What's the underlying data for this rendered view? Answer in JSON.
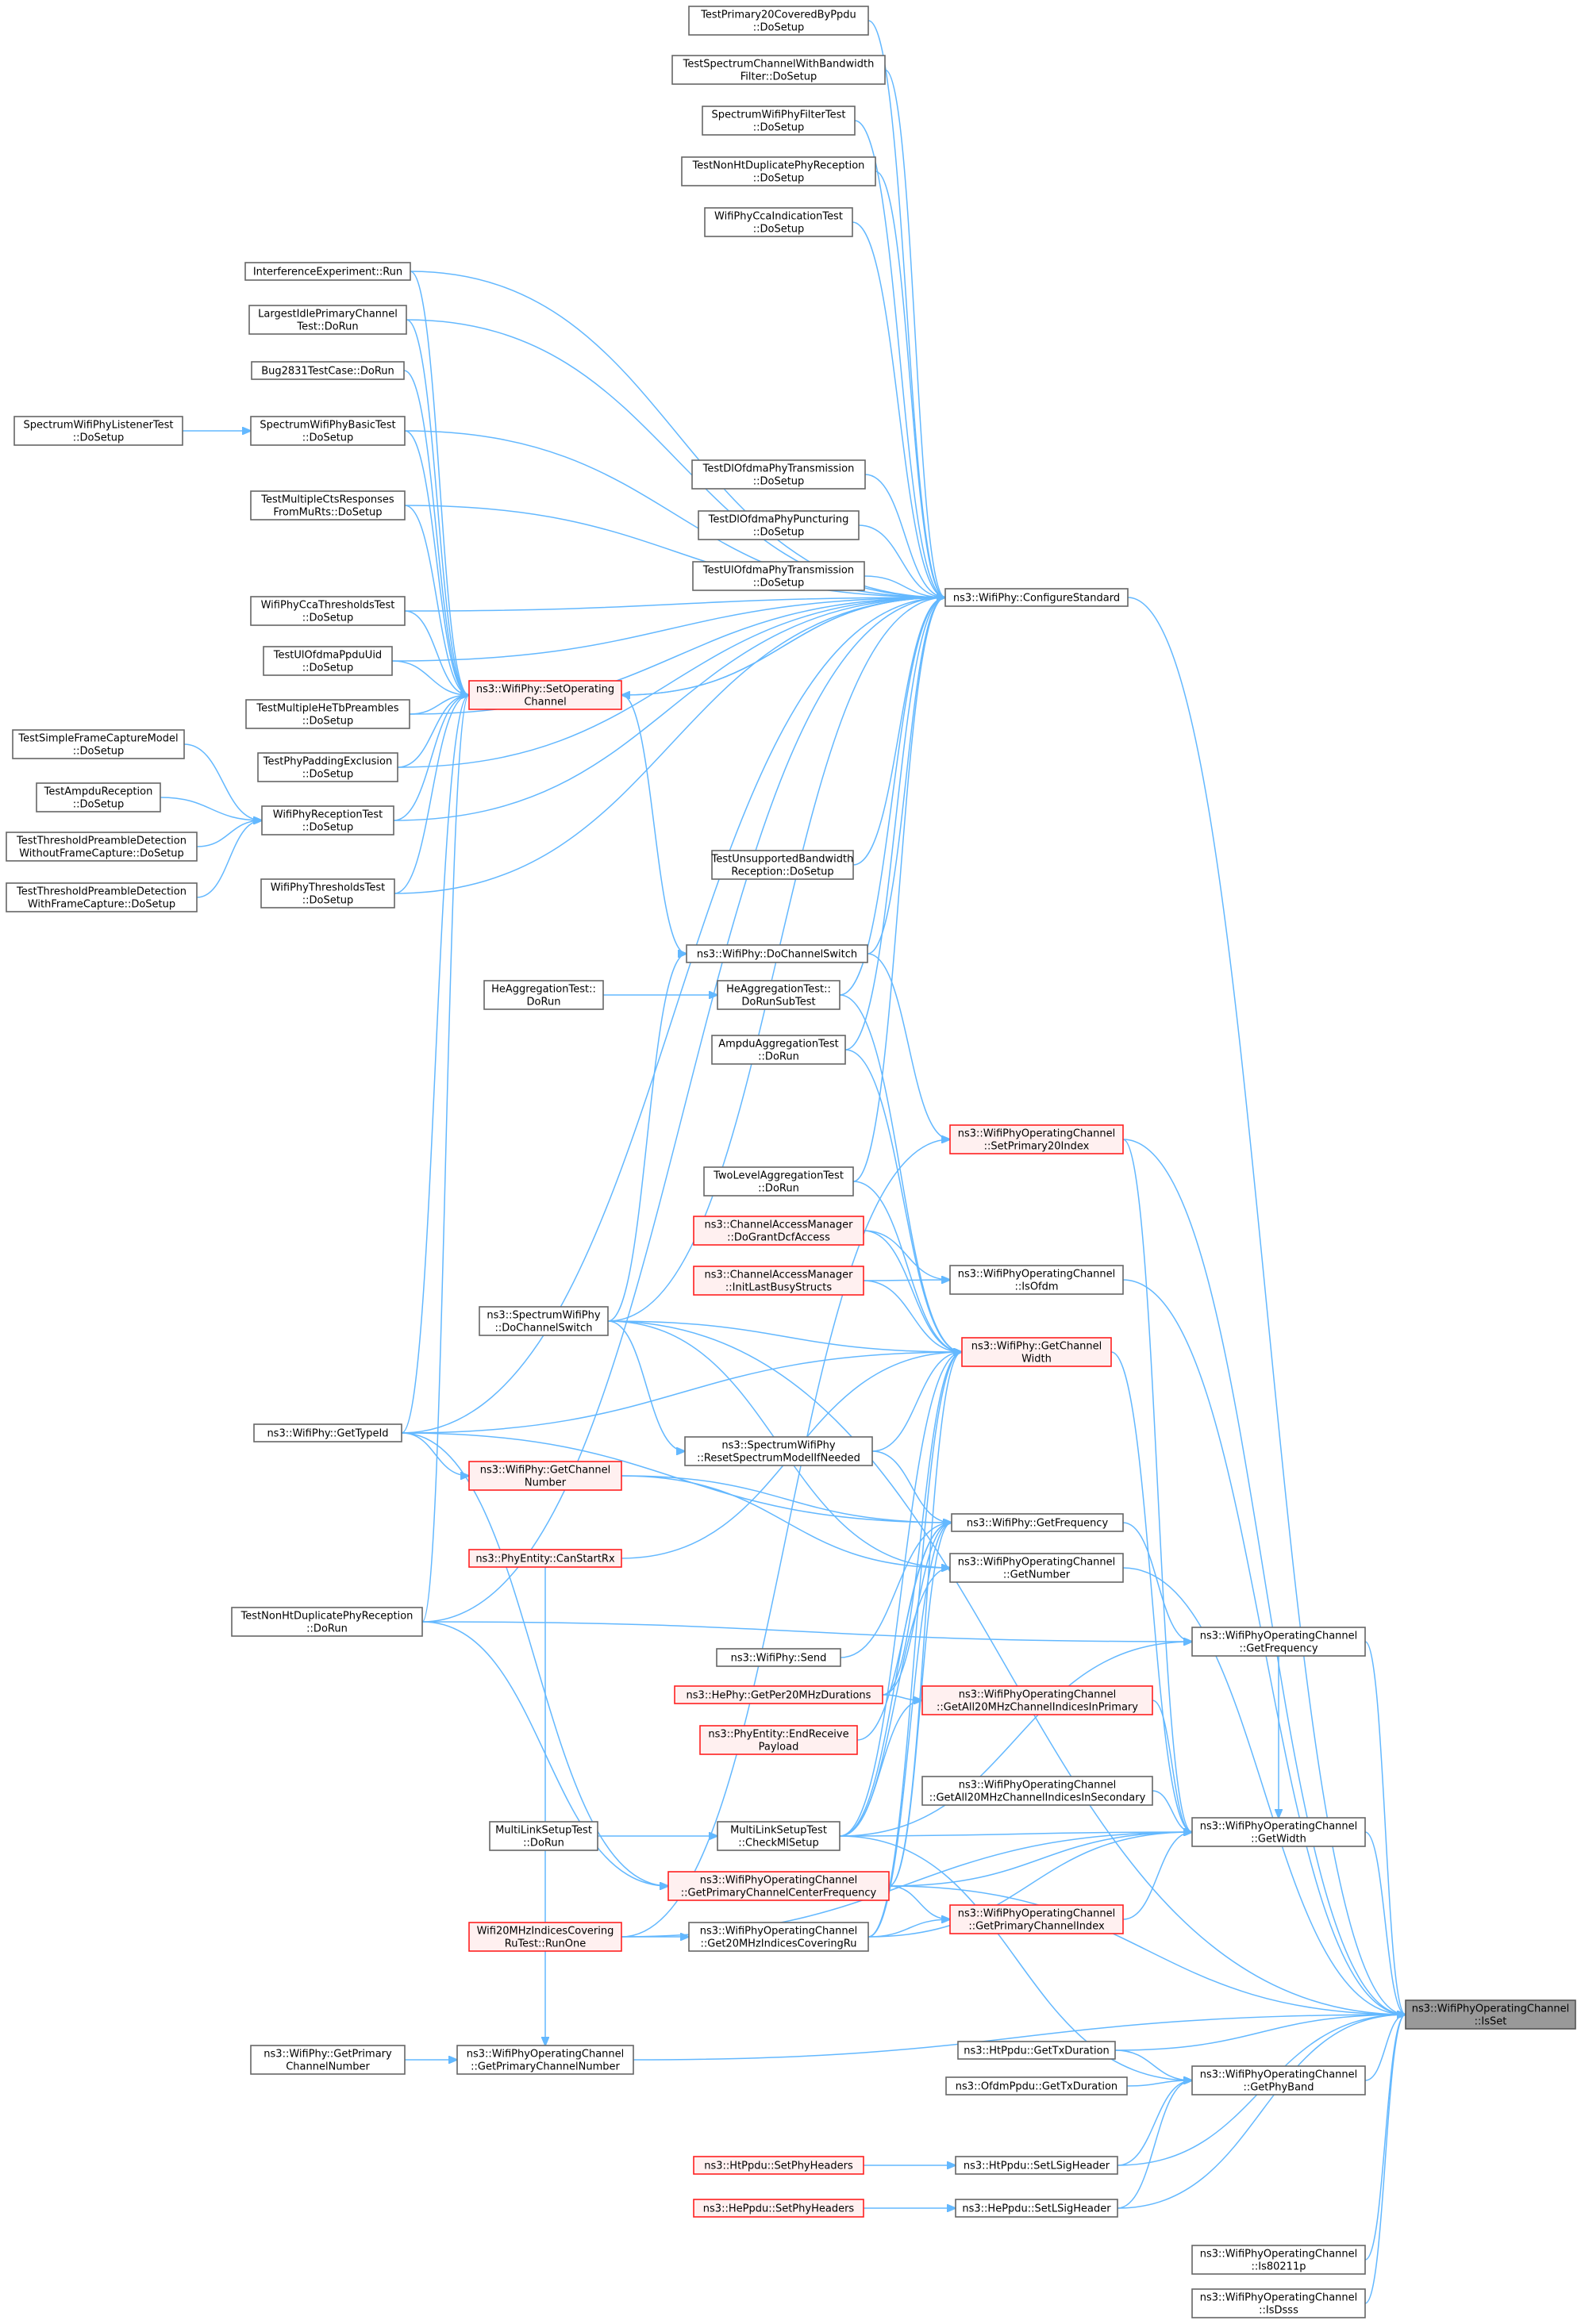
{
  "graph": {
    "nodes": [
      {
        "id": "tp20",
        "lines": [
          "TestPrimary20CoveredByPpdu",
          "::DoSetup"
        ]
      },
      {
        "id": "tscbw",
        "lines": [
          "TestSpectrumChannelWithBandwidth",
          "Filter::DoSetup"
        ]
      },
      {
        "id": "swpft",
        "lines": [
          "SpectrumWifiPhyFilterTest",
          "::DoSetup"
        ]
      },
      {
        "id": "tnhtdup",
        "lines": [
          "TestNonHtDuplicatePhyReception",
          "::DoSetup"
        ]
      },
      {
        "id": "wpccaind",
        "lines": [
          "WifiPhyCcaIndicationTest",
          "::DoSetup"
        ]
      },
      {
        "id": "interf",
        "lines": [
          "InterferenceExperiment::Run"
        ]
      },
      {
        "id": "largest",
        "lines": [
          "LargestIdlePrimaryChannel",
          "Test::DoRun"
        ]
      },
      {
        "id": "bug2831",
        "lines": [
          "Bug2831TestCase::DoRun"
        ]
      },
      {
        "id": "swpbasic",
        "lines": [
          "SpectrumWifiPhyBasicTest",
          "::DoSetup"
        ]
      },
      {
        "id": "swplistener",
        "lines": [
          "SpectrumWifiPhyListenerTest",
          "::DoSetup"
        ]
      },
      {
        "id": "tmcts",
        "lines": [
          "TestMultipleCtsResponses",
          "FromMuRts::DoSetup"
        ]
      },
      {
        "id": "tdlofdmtx",
        "lines": [
          "TestDlOfdmaPhyTransmission",
          "::DoSetup"
        ]
      },
      {
        "id": "tdlofdmpunct",
        "lines": [
          "TestDlOfdmaPhyPuncturing",
          "::DoSetup"
        ]
      },
      {
        "id": "tulofdmtx",
        "lines": [
          "TestUlOfdmaPhyTransmission",
          "::DoSetup"
        ]
      },
      {
        "id": "configstd",
        "lines": [
          "ns3::WifiPhy::ConfigureStandard"
        ]
      },
      {
        "id": "wpccathr",
        "lines": [
          "WifiPhyCcaThresholdsTest",
          "::DoSetup"
        ]
      },
      {
        "id": "tulppdu",
        "lines": [
          "TestUlOfdmaPpduUid",
          "::DoSetup"
        ]
      },
      {
        "id": "setopch",
        "lines": [
          "ns3::WifiPhy::SetOperating",
          "Channel"
        ],
        "style": "red"
      },
      {
        "id": "tmhetb",
        "lines": [
          "TestMultipleHeTbPreambles",
          "::DoSetup"
        ]
      },
      {
        "id": "tsfcm",
        "lines": [
          "TestSimpleFrameCaptureModel",
          "::DoSetup"
        ]
      },
      {
        "id": "tppad",
        "lines": [
          "TestPhyPaddingExclusion",
          "::DoSetup"
        ]
      },
      {
        "id": "tampdu",
        "lines": [
          "TestAmpduReception",
          "::DoSetup"
        ]
      },
      {
        "id": "wpreception",
        "lines": [
          "WifiPhyReceptionTest",
          "::DoSetup"
        ]
      },
      {
        "id": "ttpdwo",
        "lines": [
          "TestThresholdPreambleDetection",
          "WithoutFrameCapture::DoSetup"
        ]
      },
      {
        "id": "ttpdw",
        "lines": [
          "TestThresholdPreambleDetection",
          "WithFrameCapture::DoSetup"
        ]
      },
      {
        "id": "tunsupbw",
        "lines": [
          "TestUnsupportedBandwidth",
          "Reception::DoSetup"
        ]
      },
      {
        "id": "wpthr",
        "lines": [
          "WifiPhyThresholdsTest",
          "::DoSetup"
        ]
      },
      {
        "id": "dochsw",
        "lines": [
          "ns3::WifiPhy::DoChannelSwitch"
        ]
      },
      {
        "id": "heaggrun",
        "lines": [
          "HeAggregationTest::",
          "DoRun"
        ]
      },
      {
        "id": "heaggsub",
        "lines": [
          "HeAggregationTest::",
          "DoRunSubTest"
        ]
      },
      {
        "id": "ampduagg",
        "lines": [
          "AmpduAggregationTest",
          "::DoRun"
        ]
      },
      {
        "id": "setp20",
        "lines": [
          "ns3::WifiPhyOperatingChannel",
          "::SetPrimary20Index"
        ],
        "style": "red"
      },
      {
        "id": "twolevel",
        "lines": [
          "TwoLevelAggregationTest",
          "::DoRun"
        ]
      },
      {
        "id": "camgrant",
        "lines": [
          "ns3::ChannelAccessManager",
          "::DoGrantDcfAccess"
        ],
        "style": "red"
      },
      {
        "id": "isofdm",
        "lines": [
          "ns3::WifiPhyOperatingChannel",
          "::IsOfdm"
        ]
      },
      {
        "id": "caminit",
        "lines": [
          "ns3::ChannelAccessManager",
          "::InitLastBusyStructs"
        ],
        "style": "red"
      },
      {
        "id": "swpdochsw",
        "lines": [
          "ns3::SpectrumWifiPhy",
          "::DoChannelSwitch"
        ]
      },
      {
        "id": "getchw",
        "lines": [
          "ns3::WifiPhy::GetChannel",
          "Width"
        ],
        "style": "red"
      },
      {
        "id": "gettypeid",
        "lines": [
          "ns3::WifiPhy::GetTypeId"
        ]
      },
      {
        "id": "resetspec",
        "lines": [
          "ns3::SpectrumWifiPhy",
          "::ResetSpectrumModelIfNeeded"
        ]
      },
      {
        "id": "getchnum",
        "lines": [
          "ns3::WifiPhy::GetChannel",
          "Number"
        ],
        "style": "red"
      },
      {
        "id": "getfreq",
        "lines": [
          "ns3::WifiPhy::GetFrequency"
        ]
      },
      {
        "id": "canstart",
        "lines": [
          "ns3::PhyEntity::CanStartRx"
        ],
        "style": "red"
      },
      {
        "id": "getnumber",
        "lines": [
          "ns3::WifiPhyOperatingChannel",
          "::GetNumber"
        ]
      },
      {
        "id": "tnhtduprun",
        "lines": [
          "TestNonHtDuplicatePhyReception",
          "::DoRun"
        ]
      },
      {
        "id": "ocgetfreq",
        "lines": [
          "ns3::WifiPhyOperatingChannel",
          "::GetFrequency"
        ]
      },
      {
        "id": "send",
        "lines": [
          "ns3::WifiPhy::Send"
        ]
      },
      {
        "id": "heper20",
        "lines": [
          "ns3::HePhy::GetPer20MHzDurations"
        ],
        "style": "red"
      },
      {
        "id": "getall20p",
        "lines": [
          "ns3::WifiPhyOperatingChannel",
          "::GetAll20MHzChannelIndicesInPrimary"
        ],
        "style": "red"
      },
      {
        "id": "endrx",
        "lines": [
          "ns3::PhyEntity::EndReceive",
          "Payload"
        ],
        "style": "red"
      },
      {
        "id": "getall20s",
        "lines": [
          "ns3::WifiPhyOperatingChannel",
          "::GetAll20MHzChannelIndicesInSecondary"
        ]
      },
      {
        "id": "mlsrun",
        "lines": [
          "MultiLinkSetupTest",
          "::DoRun"
        ]
      },
      {
        "id": "mlscheck",
        "lines": [
          "MultiLinkSetupTest",
          "::CheckMlSetup"
        ]
      },
      {
        "id": "ocgetwidth",
        "lines": [
          "ns3::WifiPhyOperatingChannel",
          "::GetWidth"
        ]
      },
      {
        "id": "getpccf",
        "lines": [
          "ns3::WifiPhyOperatingChannel",
          "::GetPrimaryChannelCenterFrequency"
        ],
        "style": "red"
      },
      {
        "id": "getpcidx",
        "lines": [
          "ns3::WifiPhyOperatingChannel",
          "::GetPrimaryChannelIndex"
        ],
        "style": "red"
      },
      {
        "id": "w20run",
        "lines": [
          "Wifi20MHzIndicesCovering",
          "RuTest::RunOne"
        ],
        "style": "red"
      },
      {
        "id": "get20ru",
        "lines": [
          "ns3::WifiPhyOperatingChannel",
          "::Get20MHzIndicesCoveringRu"
        ]
      },
      {
        "id": "isset",
        "lines": [
          "ns3::WifiPhyOperatingChannel",
          "::IsSet"
        ],
        "style": "target"
      },
      {
        "id": "wpgetpcn",
        "lines": [
          "ns3::WifiPhy::GetPrimary",
          "ChannelNumber"
        ]
      },
      {
        "id": "ocgetpcn",
        "lines": [
          "ns3::WifiPhyOperatingChannel",
          "::GetPrimaryChannelNumber"
        ]
      },
      {
        "id": "htgettx",
        "lines": [
          "ns3::HtPpdu::GetTxDuration"
        ]
      },
      {
        "id": "ofdmgettx",
        "lines": [
          "ns3::OfdmPpdu::GetTxDuration"
        ]
      },
      {
        "id": "getphyband",
        "lines": [
          "ns3::WifiPhyOperatingChannel",
          "::GetPhyBand"
        ]
      },
      {
        "id": "htsetphy",
        "lines": [
          "ns3::HtPpdu::SetPhyHeaders"
        ],
        "style": "red"
      },
      {
        "id": "htsetl",
        "lines": [
          "ns3::HtPpdu::SetLSigHeader"
        ]
      },
      {
        "id": "hesetphy",
        "lines": [
          "ns3::HePpdu::SetPhyHeaders"
        ],
        "style": "red"
      },
      {
        "id": "hesetl",
        "lines": [
          "ns3::HePpdu::SetLSigHeader"
        ]
      },
      {
        "id": "is80211p",
        "lines": [
          "ns3::WifiPhyOperatingChannel",
          "::Is80211p"
        ]
      },
      {
        "id": "isdsss",
        "lines": [
          "ns3::WifiPhyOperatingChannel",
          "::IsDsss"
        ]
      }
    ],
    "edges": [
      [
        "tp20",
        "configstd"
      ],
      [
        "tscbw",
        "configstd"
      ],
      [
        "swpft",
        "configstd"
      ],
      [
        "tnhtdup",
        "configstd"
      ],
      [
        "wpccaind",
        "configstd"
      ],
      [
        "interf",
        "configstd"
      ],
      [
        "largest",
        "configstd"
      ],
      [
        "swpbasic",
        "configstd"
      ],
      [
        "tmcts",
        "configstd"
      ],
      [
        "tdlofdmtx",
        "configstd"
      ],
      [
        "tdlofdmpunct",
        "configstd"
      ],
      [
        "tulofdmtx",
        "configstd"
      ],
      [
        "wpccathr",
        "configstd"
      ],
      [
        "tulppdu",
        "configstd"
      ],
      [
        "setopch",
        "configstd"
      ],
      [
        "tmhetb",
        "configstd"
      ],
      [
        "tppad",
        "configstd"
      ],
      [
        "wpreception",
        "configstd"
      ],
      [
        "tunsupbw",
        "configstd"
      ],
      [
        "wpthr",
        "configstd"
      ],
      [
        "dochsw",
        "configstd"
      ],
      [
        "heaggsub",
        "configstd"
      ],
      [
        "ampduagg",
        "configstd"
      ],
      [
        "twolevel",
        "configstd"
      ],
      [
        "swpdochsw",
        "configstd"
      ],
      [
        "gettypeid",
        "configstd"
      ],
      [
        "tnhtduprun",
        "configstd"
      ],
      [
        "interf",
        "setopch"
      ],
      [
        "largest",
        "setopch"
      ],
      [
        "bug2831",
        "setopch"
      ],
      [
        "swpbasic",
        "setopch"
      ],
      [
        "tmcts",
        "setopch"
      ],
      [
        "wpccathr",
        "setopch"
      ],
      [
        "tulppdu",
        "setopch"
      ],
      [
        "tmhetb",
        "setopch"
      ],
      [
        "tppad",
        "setopch"
      ],
      [
        "wpreception",
        "setopch"
      ],
      [
        "wpthr",
        "setopch"
      ],
      [
        "configstd",
        "setopch"
      ],
      [
        "gettypeid",
        "setopch"
      ],
      [
        "tnhtduprun",
        "setopch"
      ],
      [
        "swplistener",
        "swpbasic"
      ],
      [
        "tsfcm",
        "wpreception"
      ],
      [
        "tampdu",
        "wpreception"
      ],
      [
        "ttpdwo",
        "wpreception"
      ],
      [
        "ttpdw",
        "wpreception"
      ],
      [
        "setopch",
        "dochsw"
      ],
      [
        "swpdochsw",
        "dochsw"
      ],
      [
        "heaggrun",
        "heaggsub"
      ],
      [
        "dochsw",
        "setp20"
      ],
      [
        "w20run",
        "setp20"
      ],
      [
        "camgrant",
        "isofdm"
      ],
      [
        "caminit",
        "isofdm"
      ],
      [
        "swpdochsw",
        "getchw"
      ],
      [
        "gettypeid",
        "getchw"
      ],
      [
        "heaggsub",
        "getchw"
      ],
      [
        "ampduagg",
        "getchw"
      ],
      [
        "twolevel",
        "getchw"
      ],
      [
        "camgrant",
        "getchw"
      ],
      [
        "caminit",
        "getchw"
      ],
      [
        "resetspec",
        "getchw"
      ],
      [
        "canstart",
        "getchw"
      ],
      [
        "mlscheck",
        "getchw"
      ],
      [
        "heper20",
        "getchw"
      ],
      [
        "getpccf",
        "getchw"
      ],
      [
        "get20ru",
        "getchw"
      ],
      [
        "swpdochsw",
        "resetspec"
      ],
      [
        "gettypeid",
        "getchnum"
      ],
      [
        "resetspec",
        "getfreq"
      ],
      [
        "getchnum",
        "getfreq"
      ],
      [
        "gettypeid",
        "getfreq"
      ],
      [
        "send",
        "getfreq"
      ],
      [
        "heper20",
        "getfreq"
      ],
      [
        "endrx",
        "getfreq"
      ],
      [
        "mlscheck",
        "getfreq"
      ],
      [
        "getpccf",
        "getfreq"
      ],
      [
        "get20ru",
        "getfreq"
      ],
      [
        "getchnum",
        "getnumber"
      ],
      [
        "swpdochsw",
        "getnumber"
      ],
      [
        "mlscheck",
        "getnumber"
      ],
      [
        "getfreq",
        "ocgetfreq"
      ],
      [
        "tnhtduprun",
        "ocgetfreq"
      ],
      [
        "mlscheck",
        "ocgetfreq"
      ],
      [
        "heper20",
        "getall20p"
      ],
      [
        "mlscheck",
        "getall20p"
      ],
      [
        "mlsrun",
        "mlscheck"
      ],
      [
        "setp20",
        "ocgetwidth"
      ],
      [
        "getchw",
        "ocgetwidth"
      ],
      [
        "ocgetfreq",
        "ocgetwidth"
      ],
      [
        "getall20p",
        "ocgetwidth"
      ],
      [
        "getall20s",
        "ocgetwidth"
      ],
      [
        "getpccf",
        "ocgetwidth"
      ],
      [
        "getpcidx",
        "ocgetwidth"
      ],
      [
        "get20ru",
        "ocgetwidth"
      ],
      [
        "w20run",
        "ocgetwidth"
      ],
      [
        "mlscheck",
        "ocgetwidth"
      ],
      [
        "tnhtduprun",
        "getpccf"
      ],
      [
        "gettypeid",
        "getpccf"
      ],
      [
        "getpccf",
        "getpcidx"
      ],
      [
        "get20ru",
        "getpcidx"
      ],
      [
        "w20run",
        "get20ru"
      ],
      [
        "canstart",
        "ocgetpcn"
      ],
      [
        "wpgetpcn",
        "ocgetpcn"
      ],
      [
        "configstd",
        "isset"
      ],
      [
        "setp20",
        "isset"
      ],
      [
        "isofdm",
        "isset"
      ],
      [
        "getnumber",
        "isset"
      ],
      [
        "ocgetfreq",
        "isset"
      ],
      [
        "ocgetwidth",
        "isset"
      ],
      [
        "getpccf",
        "isset"
      ],
      [
        "ocgetpcn",
        "isset"
      ],
      [
        "getphyband",
        "isset"
      ],
      [
        "htgettx",
        "isset"
      ],
      [
        "htsetl",
        "isset"
      ],
      [
        "hesetl",
        "isset"
      ],
      [
        "is80211p",
        "isset"
      ],
      [
        "isdsss",
        "isset"
      ],
      [
        "swpdochsw",
        "isset"
      ],
      [
        "htgettx",
        "getphyband"
      ],
      [
        "ofdmgettx",
        "getphyband"
      ],
      [
        "htsetl",
        "getphyband"
      ],
      [
        "hesetl",
        "getphyband"
      ],
      [
        "mlscheck",
        "getphyband"
      ],
      [
        "htsetphy",
        "htsetl"
      ],
      [
        "hesetphy",
        "hesetl"
      ]
    ]
  }
}
